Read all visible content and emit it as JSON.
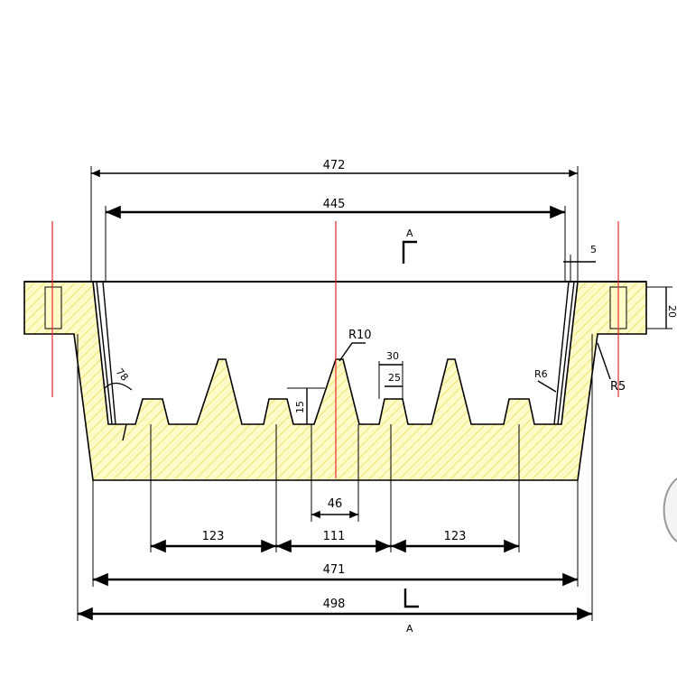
{
  "drawing": {
    "dims": {
      "d472": "472",
      "d445": "445",
      "d5": "5",
      "d20": "20",
      "r10": "R10",
      "d30": "30",
      "d25": "25",
      "d15": "15",
      "r6": "R6",
      "r5": "R5",
      "d78": "78",
      "d46": "46",
      "d123a": "123",
      "d111": "111",
      "d123b": "123",
      "d471": "471",
      "d498": "498"
    },
    "section_marks": {
      "top": "A",
      "bottom": "A"
    },
    "colors": {
      "fill": "#fffbc8",
      "hatch": "#e8d94a",
      "center_line": "#e32b2b",
      "line": "#000000"
    }
  }
}
